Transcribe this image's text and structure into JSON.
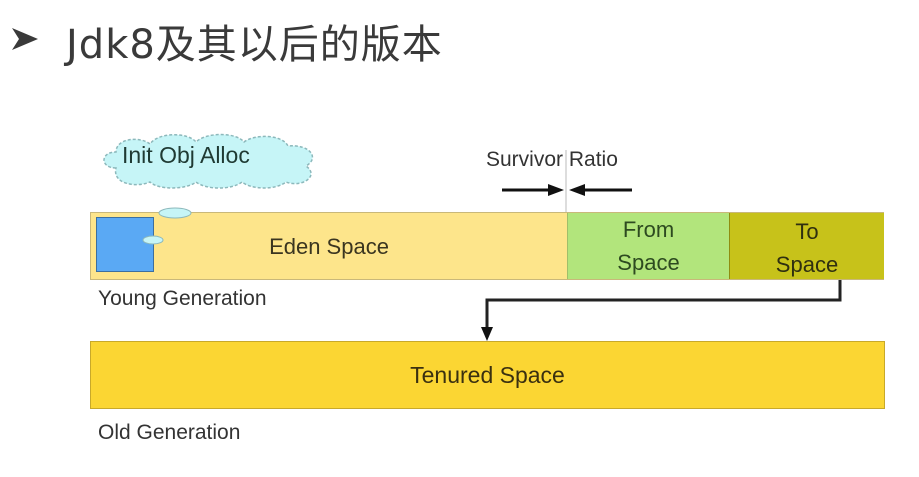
{
  "slide": {
    "bullet_icon": "arrowhead-bullet",
    "title": "Jdk8及其以后的版本"
  },
  "diagram": {
    "cloud_label": "Init Obj Alloc",
    "survivor_ratio_label": "Survivor Ratio",
    "young_generation": {
      "label": "Young Generation",
      "segments": [
        {
          "name": "Eden Space",
          "line1": "Eden Space",
          "line2": "",
          "color": "#fde58b"
        },
        {
          "name": "From Space",
          "line1": "From",
          "line2": "Space",
          "color": "#b2e57c"
        },
        {
          "name": "To Space",
          "line1": "To",
          "line2": "Space",
          "color": "#c7c21a"
        }
      ],
      "object_block_color": "#5aa9f4"
    },
    "old_generation": {
      "label": "Old Generation",
      "tenured_label": "Tenured Space",
      "color": "#fbd633"
    },
    "cloud_color": "#c6f5f7",
    "arrow_color": "#111111"
  }
}
